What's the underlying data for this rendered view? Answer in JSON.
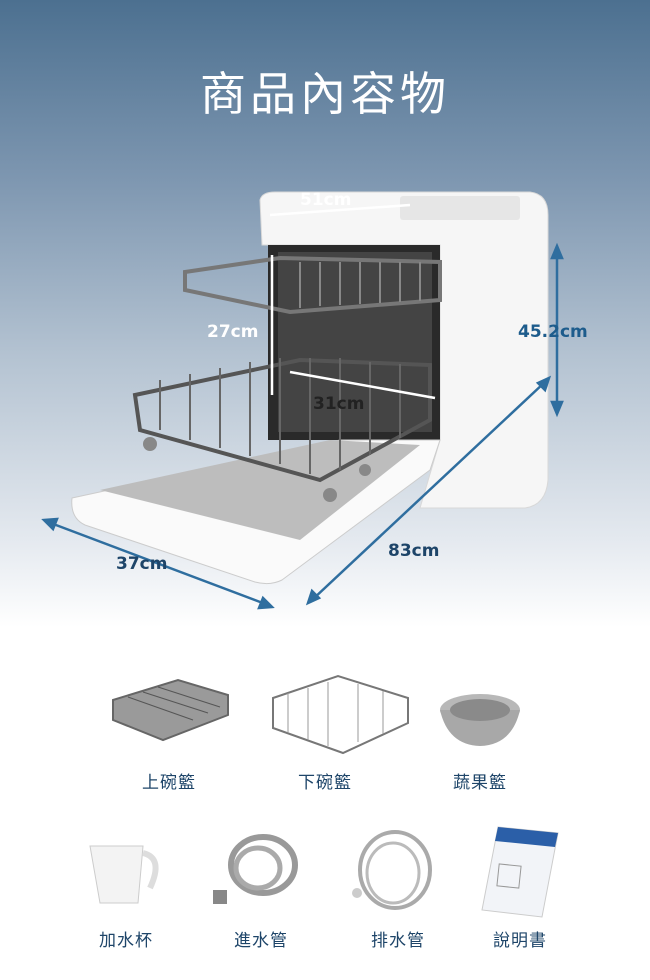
{
  "title": "商品內容物",
  "dimensions": {
    "width": "51cm",
    "rack_height": "27cm",
    "rack_depth": "31cm",
    "height": "45.2cm",
    "depth": "37cm",
    "door_open_depth": "83cm"
  },
  "accessories": [
    {
      "label": "上碗籃",
      "icon": "upper-rack"
    },
    {
      "label": "下碗籃",
      "icon": "lower-rack"
    },
    {
      "label": "蔬果籃",
      "icon": "fruit-basket"
    },
    {
      "label": "加水杯",
      "icon": "water-cup"
    },
    {
      "label": "進水管",
      "icon": "inlet-hose"
    },
    {
      "label": "排水管",
      "icon": "drain-hose"
    },
    {
      "label": "說明書",
      "icon": "manual"
    }
  ],
  "colors": {
    "accent": "#1d5c8c",
    "label": "#1e4569"
  }
}
